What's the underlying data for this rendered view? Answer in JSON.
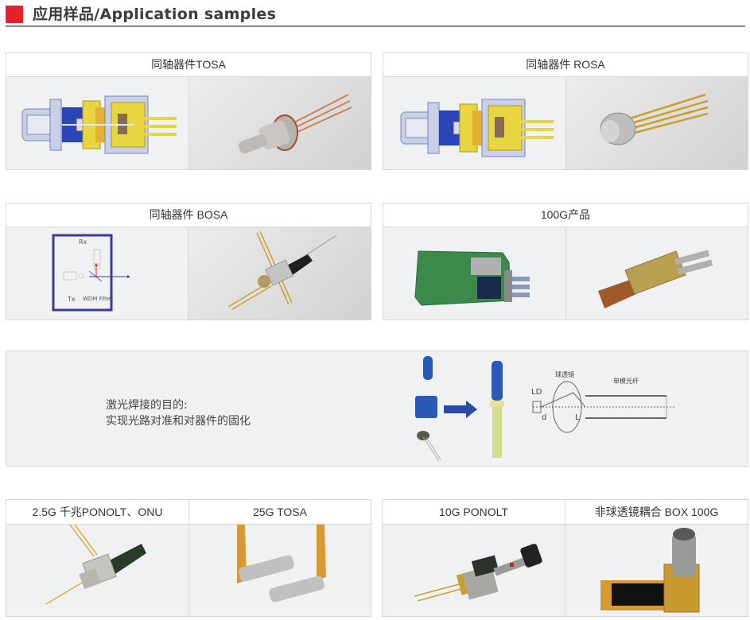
{
  "header": {
    "title": "应用样品/Application samples",
    "accent_color": "#e8202a"
  },
  "cards": {
    "tosa": {
      "title": "同轴器件TOSA"
    },
    "rosa": {
      "title": "同轴器件 ROSA"
    },
    "bosa": {
      "title": "同轴器件 BOSA",
      "diagram": {
        "rx": "Rx",
        "tx": "Tx",
        "filter": "WDM Filter"
      }
    },
    "g100": {
      "title": "100G产品"
    }
  },
  "laser": {
    "line1": "激光焊接的目的:",
    "line2": "实现光路对准和对器件的固化",
    "diagram": {
      "lens": "球透镜",
      "fiber": "单模光纤",
      "ld": "LD",
      "d": "d",
      "l": "L"
    }
  },
  "bottom": {
    "left": [
      {
        "title": "2.5G 千兆PONOLT、ONU"
      },
      {
        "title": "25G TOSA"
      }
    ],
    "right": [
      {
        "title": "10G PONOLT"
      },
      {
        "title": "非球透镜耦合 BOX  100G"
      }
    ]
  }
}
